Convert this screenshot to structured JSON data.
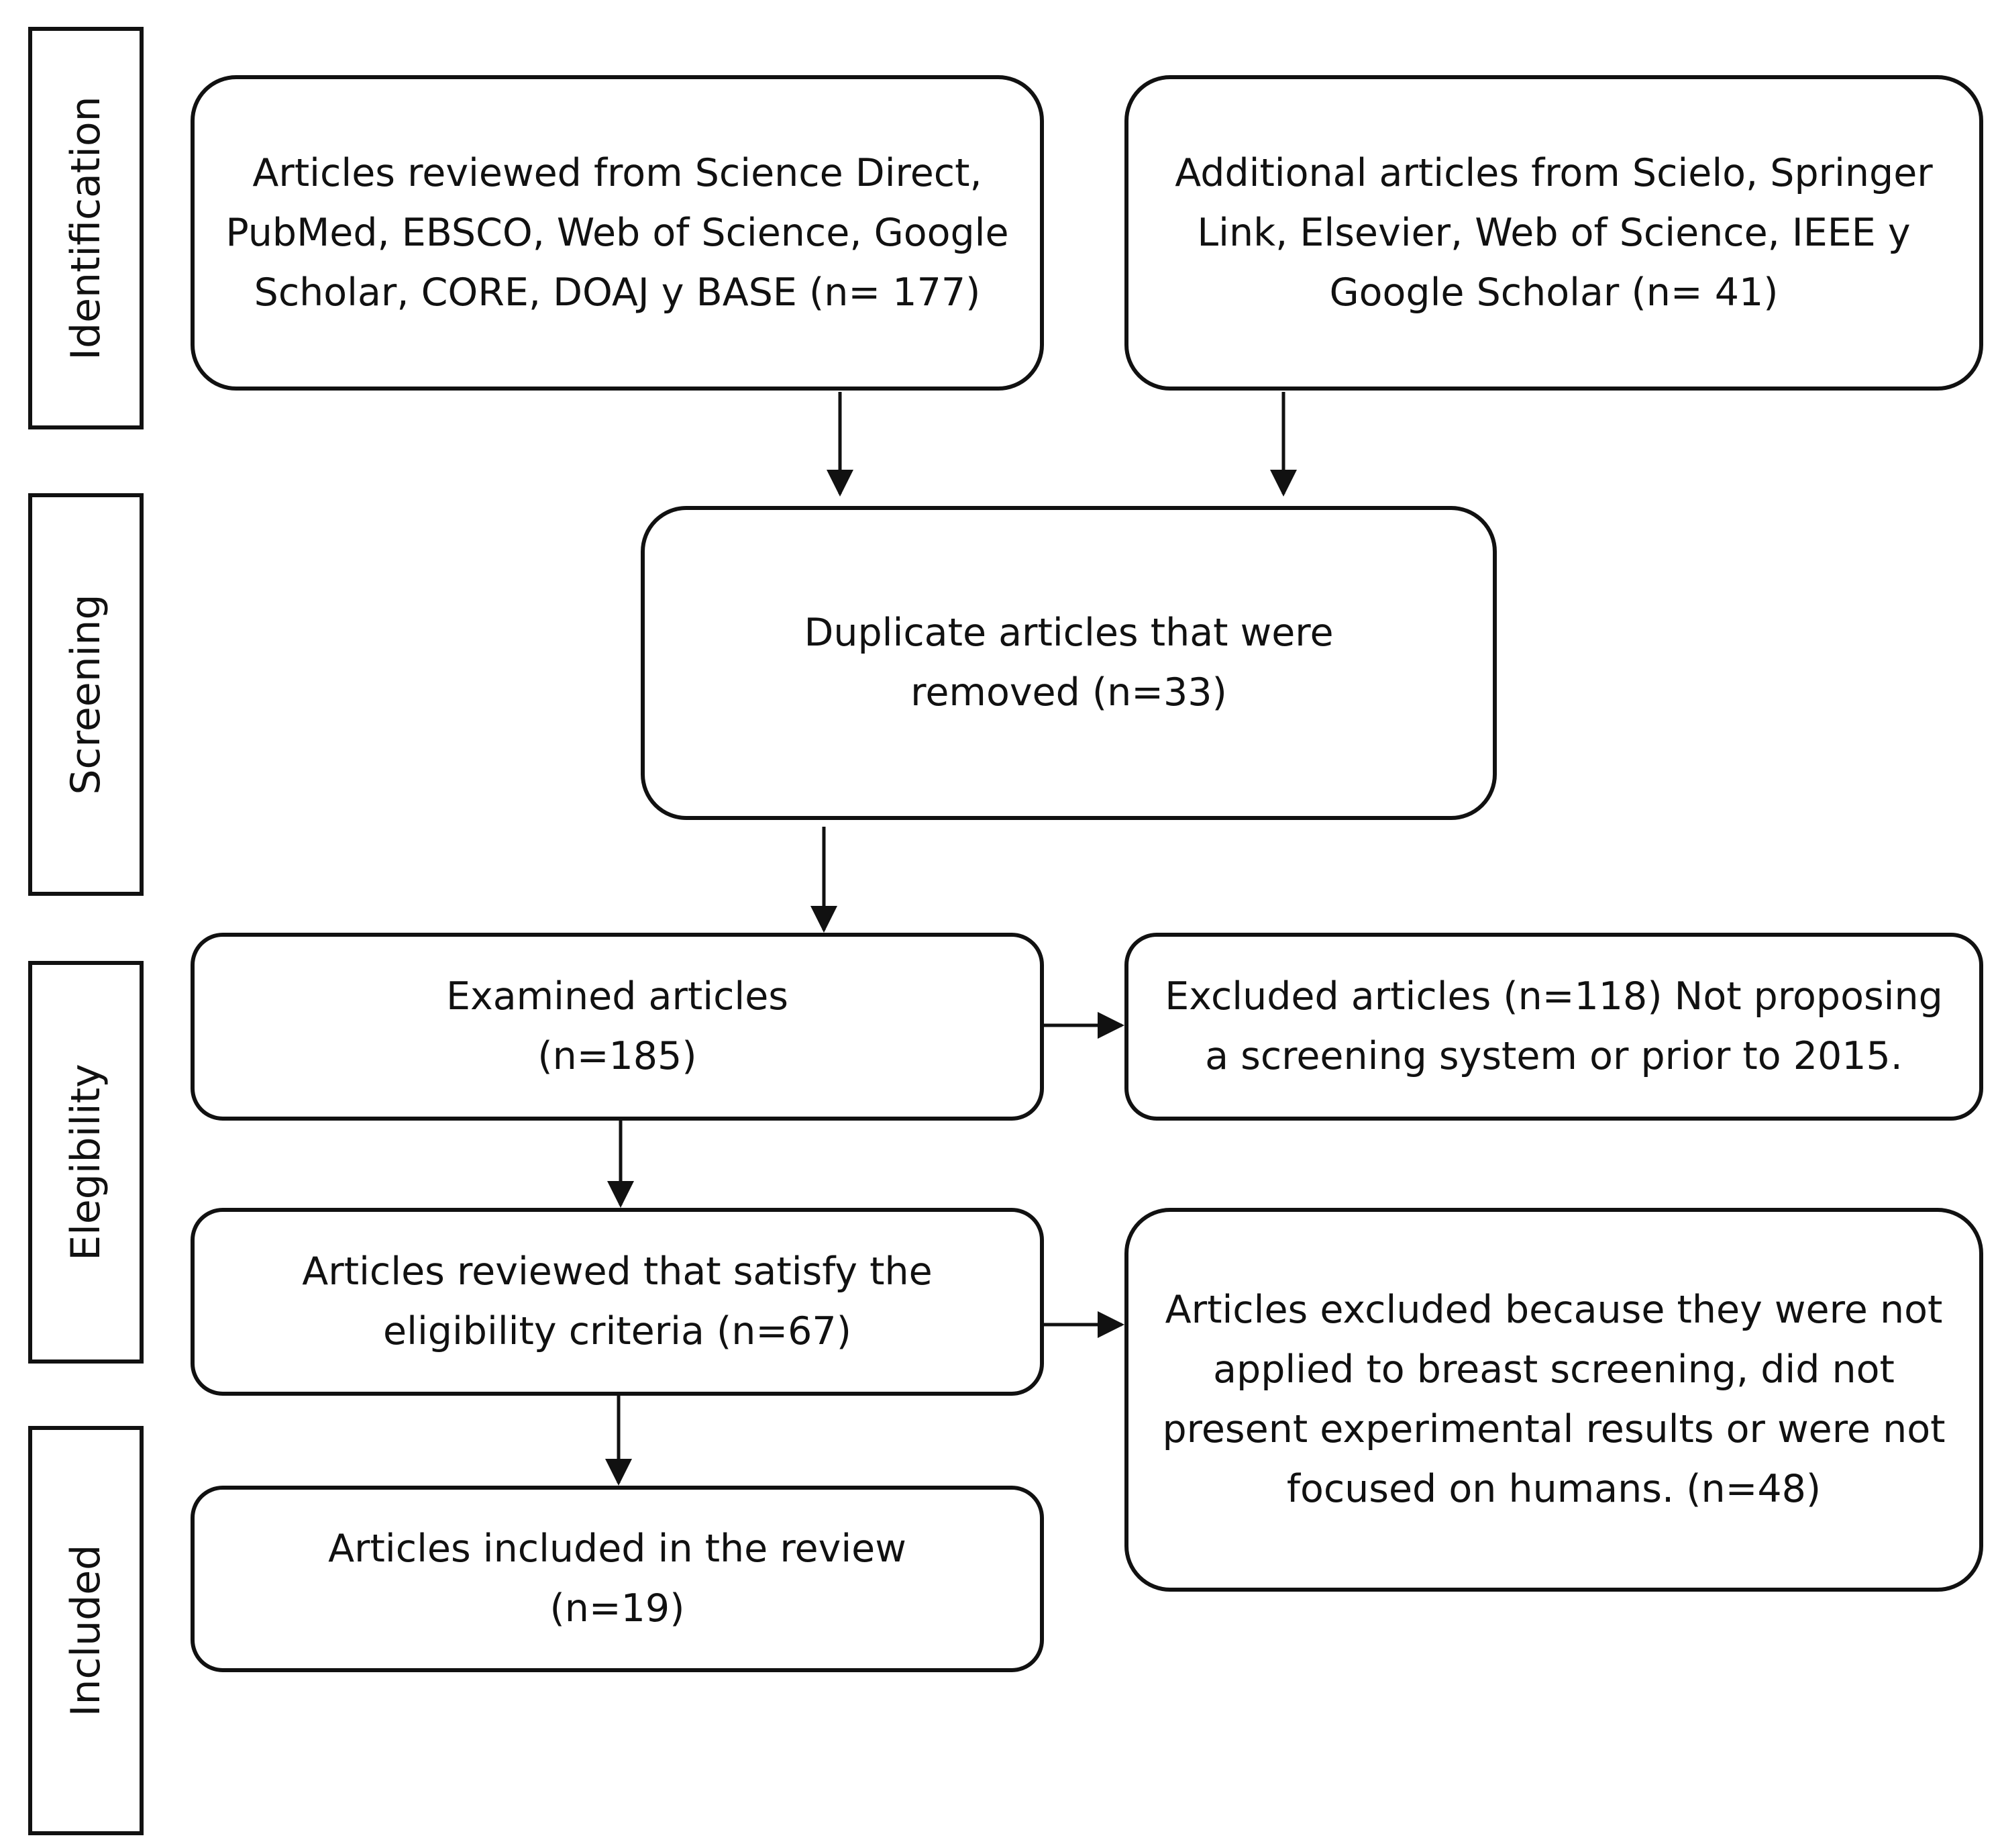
{
  "phases": [
    {
      "label": "Identification"
    },
    {
      "label": "Screening"
    },
    {
      "label": "Elegibility"
    },
    {
      "label": "Included"
    }
  ],
  "boxes": {
    "records_db": "Articles reviewed from Science Direct, PubMed,  EBSCO, Web of Science, Google Scholar, CORE, DOAJ y BASE (n= 177)",
    "records_additional": "Additional articles from Scielo, Springer Link,  Elsevier, Web of Science, IEEE y Google Scholar (n= 41)",
    "duplicates": "Duplicate articles that were removed (n=33)",
    "examined": "Examined articles (n=185)",
    "excluded": "Excluded articles (n=118) Not proposing a screening system or prior to 2015.",
    "eligible": "Articles reviewed that satisfy the eligibility criteria (n=67)",
    "excluded_eligibility": "Articles excluded because they were not applied to breast screening, did not present experimental results or were not focused on humans. (n=48)",
    "included": "Articles included in the review (n=19)"
  },
  "colors": {
    "stroke": "#111111",
    "background": "#ffffff"
  }
}
